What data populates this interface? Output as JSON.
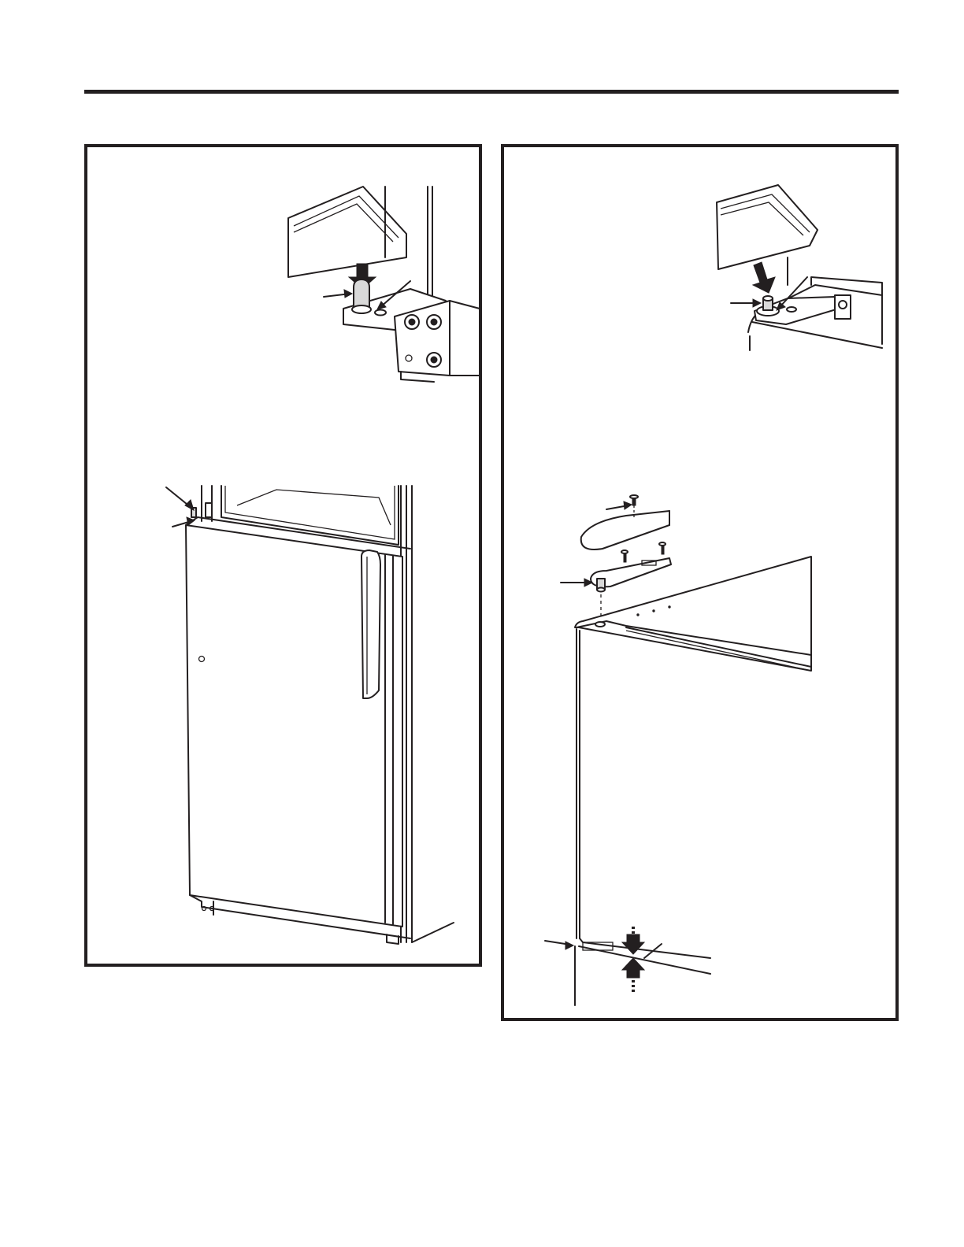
{
  "page": {
    "background": "#ffffff",
    "ink": "#231f20"
  },
  "figures": {
    "left": {
      "detail": "hinge-pin-and-door-top-detail",
      "overview": "refrigerator-door-front-view"
    },
    "right": {
      "detail": "door-on-hinge-pin-detail",
      "overview": "top-hinge-cover-assembly-and-gap-detail"
    }
  },
  "icons": {
    "arrow": "arrow-icon",
    "pin": "hinge-pin-icon",
    "screw": "screw-icon"
  }
}
